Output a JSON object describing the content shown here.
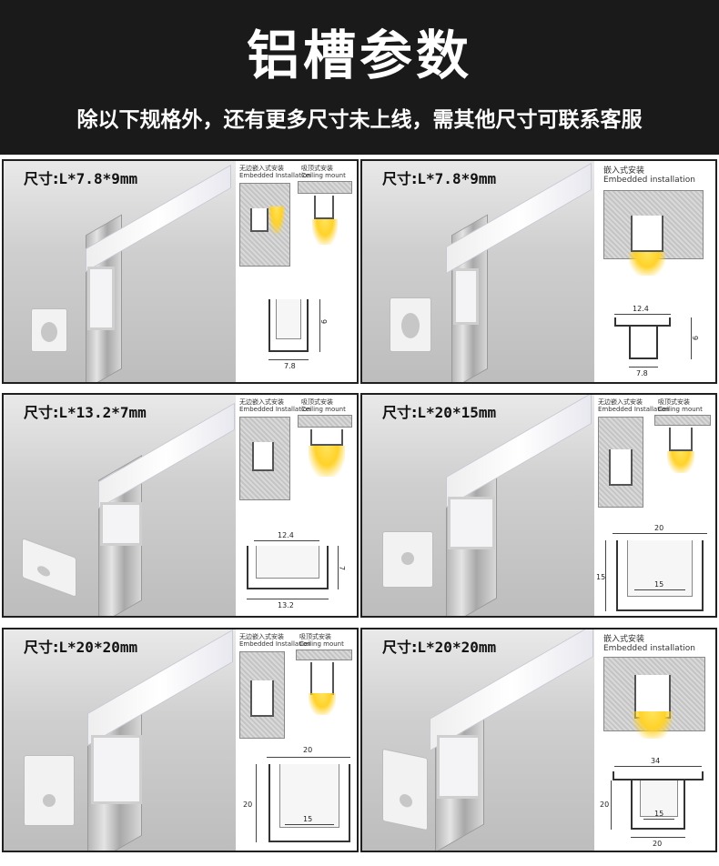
{
  "header": {
    "title": "铝槽参数",
    "subtitle": "除以下规格外，还有更多尺寸未上线，需其他尺寸可联系客服"
  },
  "size_label_prefix": "尺寸:",
  "cards": [
    {
      "size": "L*7.8*9mm",
      "diagram_labels": [
        "无边嵌入式安装",
        "Embedded Installation",
        "吸顶式安装",
        "Ceiling mount"
      ],
      "dims": [
        "9",
        "7.8"
      ]
    },
    {
      "size": "L*7.8*9mm",
      "diagram_labels": [
        "嵌入式安装",
        "Embedded installation"
      ],
      "dims": [
        "12.4",
        "9",
        "7.8"
      ]
    },
    {
      "size": "L*13.2*7mm",
      "diagram_labels": [
        "无边嵌入式安装",
        "Embedded Installation",
        "吸顶式安装",
        "Ceiling mount"
      ],
      "dims": [
        "12.4",
        "7",
        "13.2"
      ]
    },
    {
      "size": "L*20*15mm",
      "diagram_labels": [
        "无边嵌入式安装",
        "Embedded Installation",
        "吸顶式安装",
        "Ceiling mount"
      ],
      "dims": [
        "20",
        "15",
        "15"
      ]
    },
    {
      "size": "L*20*20mm",
      "diagram_labels": [
        "无边嵌入式安装",
        "Embedded Installation",
        "吸顶式安装",
        "Ceiling mount"
      ],
      "dims": [
        "20",
        "20",
        "15"
      ]
    },
    {
      "size": "L*20*20mm",
      "diagram_labels": [
        "嵌入式安装",
        "Embedded installation"
      ],
      "dims": [
        "34",
        "20",
        "15",
        "20"
      ]
    }
  ],
  "colors": {
    "header_bg": "#1a1a1a",
    "light_yellow": "#ffd22a"
  }
}
